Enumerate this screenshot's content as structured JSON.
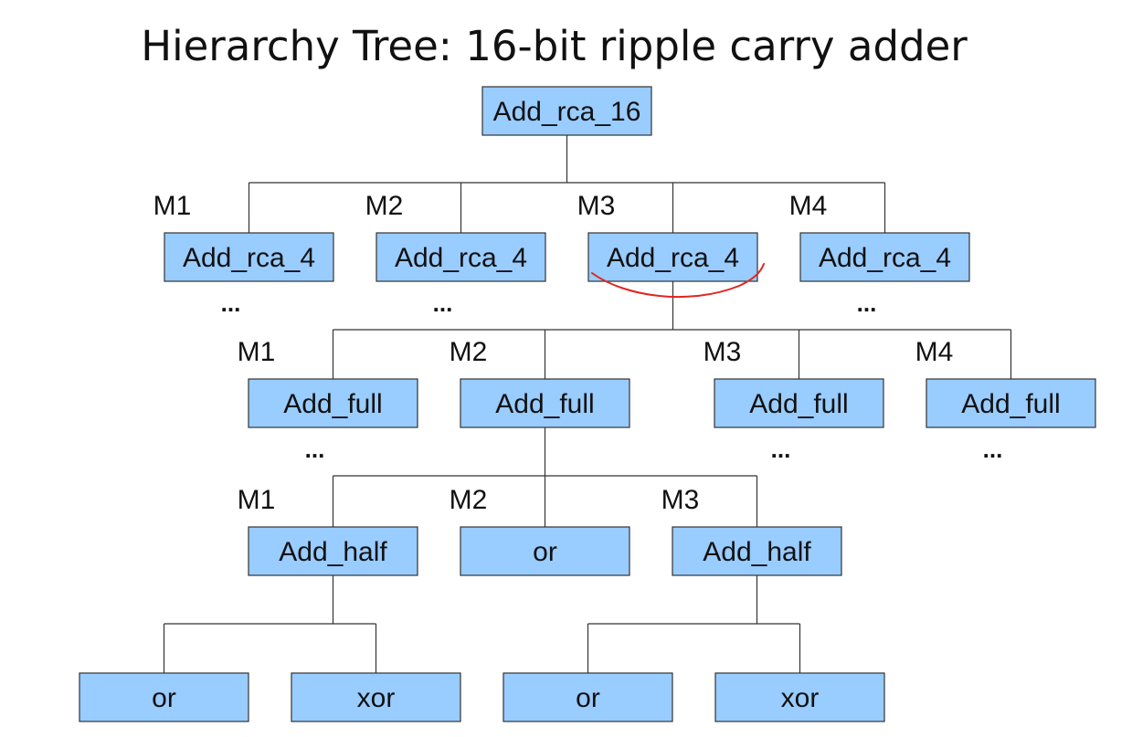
{
  "title": "Hierarchy Tree: 16-bit ripple carry adder",
  "colors": {
    "node_fill": "#99ccff",
    "node_stroke": "#333333",
    "annotation": "#e0261f"
  },
  "nodes": [
    {
      "id": "root",
      "label": "Add_rca_16"
    },
    {
      "id": "rca1",
      "label": "Add_rca_4",
      "instance": "M1",
      "parent": "root",
      "ellipsis": "..."
    },
    {
      "id": "rca2",
      "label": "Add_rca_4",
      "instance": "M2",
      "parent": "root",
      "ellipsis": "..."
    },
    {
      "id": "rca3",
      "label": "Add_rca_4",
      "instance": "M3",
      "parent": "root"
    },
    {
      "id": "rca4",
      "label": "Add_rca_4",
      "instance": "M4",
      "parent": "root",
      "ellipsis": "..."
    },
    {
      "id": "full1",
      "label": "Add_full",
      "instance": "M1",
      "parent": "rca3",
      "ellipsis": "..."
    },
    {
      "id": "full2",
      "label": "Add_full",
      "instance": "M2",
      "parent": "rca3"
    },
    {
      "id": "full3",
      "label": "Add_full",
      "instance": "M3",
      "parent": "rca3",
      "ellipsis": "..."
    },
    {
      "id": "full4",
      "label": "Add_full",
      "instance": "M4",
      "parent": "rca3",
      "ellipsis": "..."
    },
    {
      "id": "half1",
      "label": "Add_half",
      "instance": "M1",
      "parent": "full2"
    },
    {
      "id": "or1",
      "label": "or",
      "instance": "M2",
      "parent": "full2"
    },
    {
      "id": "half2",
      "label": "Add_half",
      "instance": "M3",
      "parent": "full2"
    },
    {
      "id": "or2",
      "label": "or",
      "parent": "half1"
    },
    {
      "id": "xor1",
      "label": "xor",
      "parent": "half1"
    },
    {
      "id": "or3",
      "label": "or",
      "parent": "half2"
    },
    {
      "id": "xor2",
      "label": "xor",
      "parent": "half2"
    }
  ],
  "annotations": [
    {
      "type": "handwritten-underline",
      "target": "rca3"
    }
  ]
}
